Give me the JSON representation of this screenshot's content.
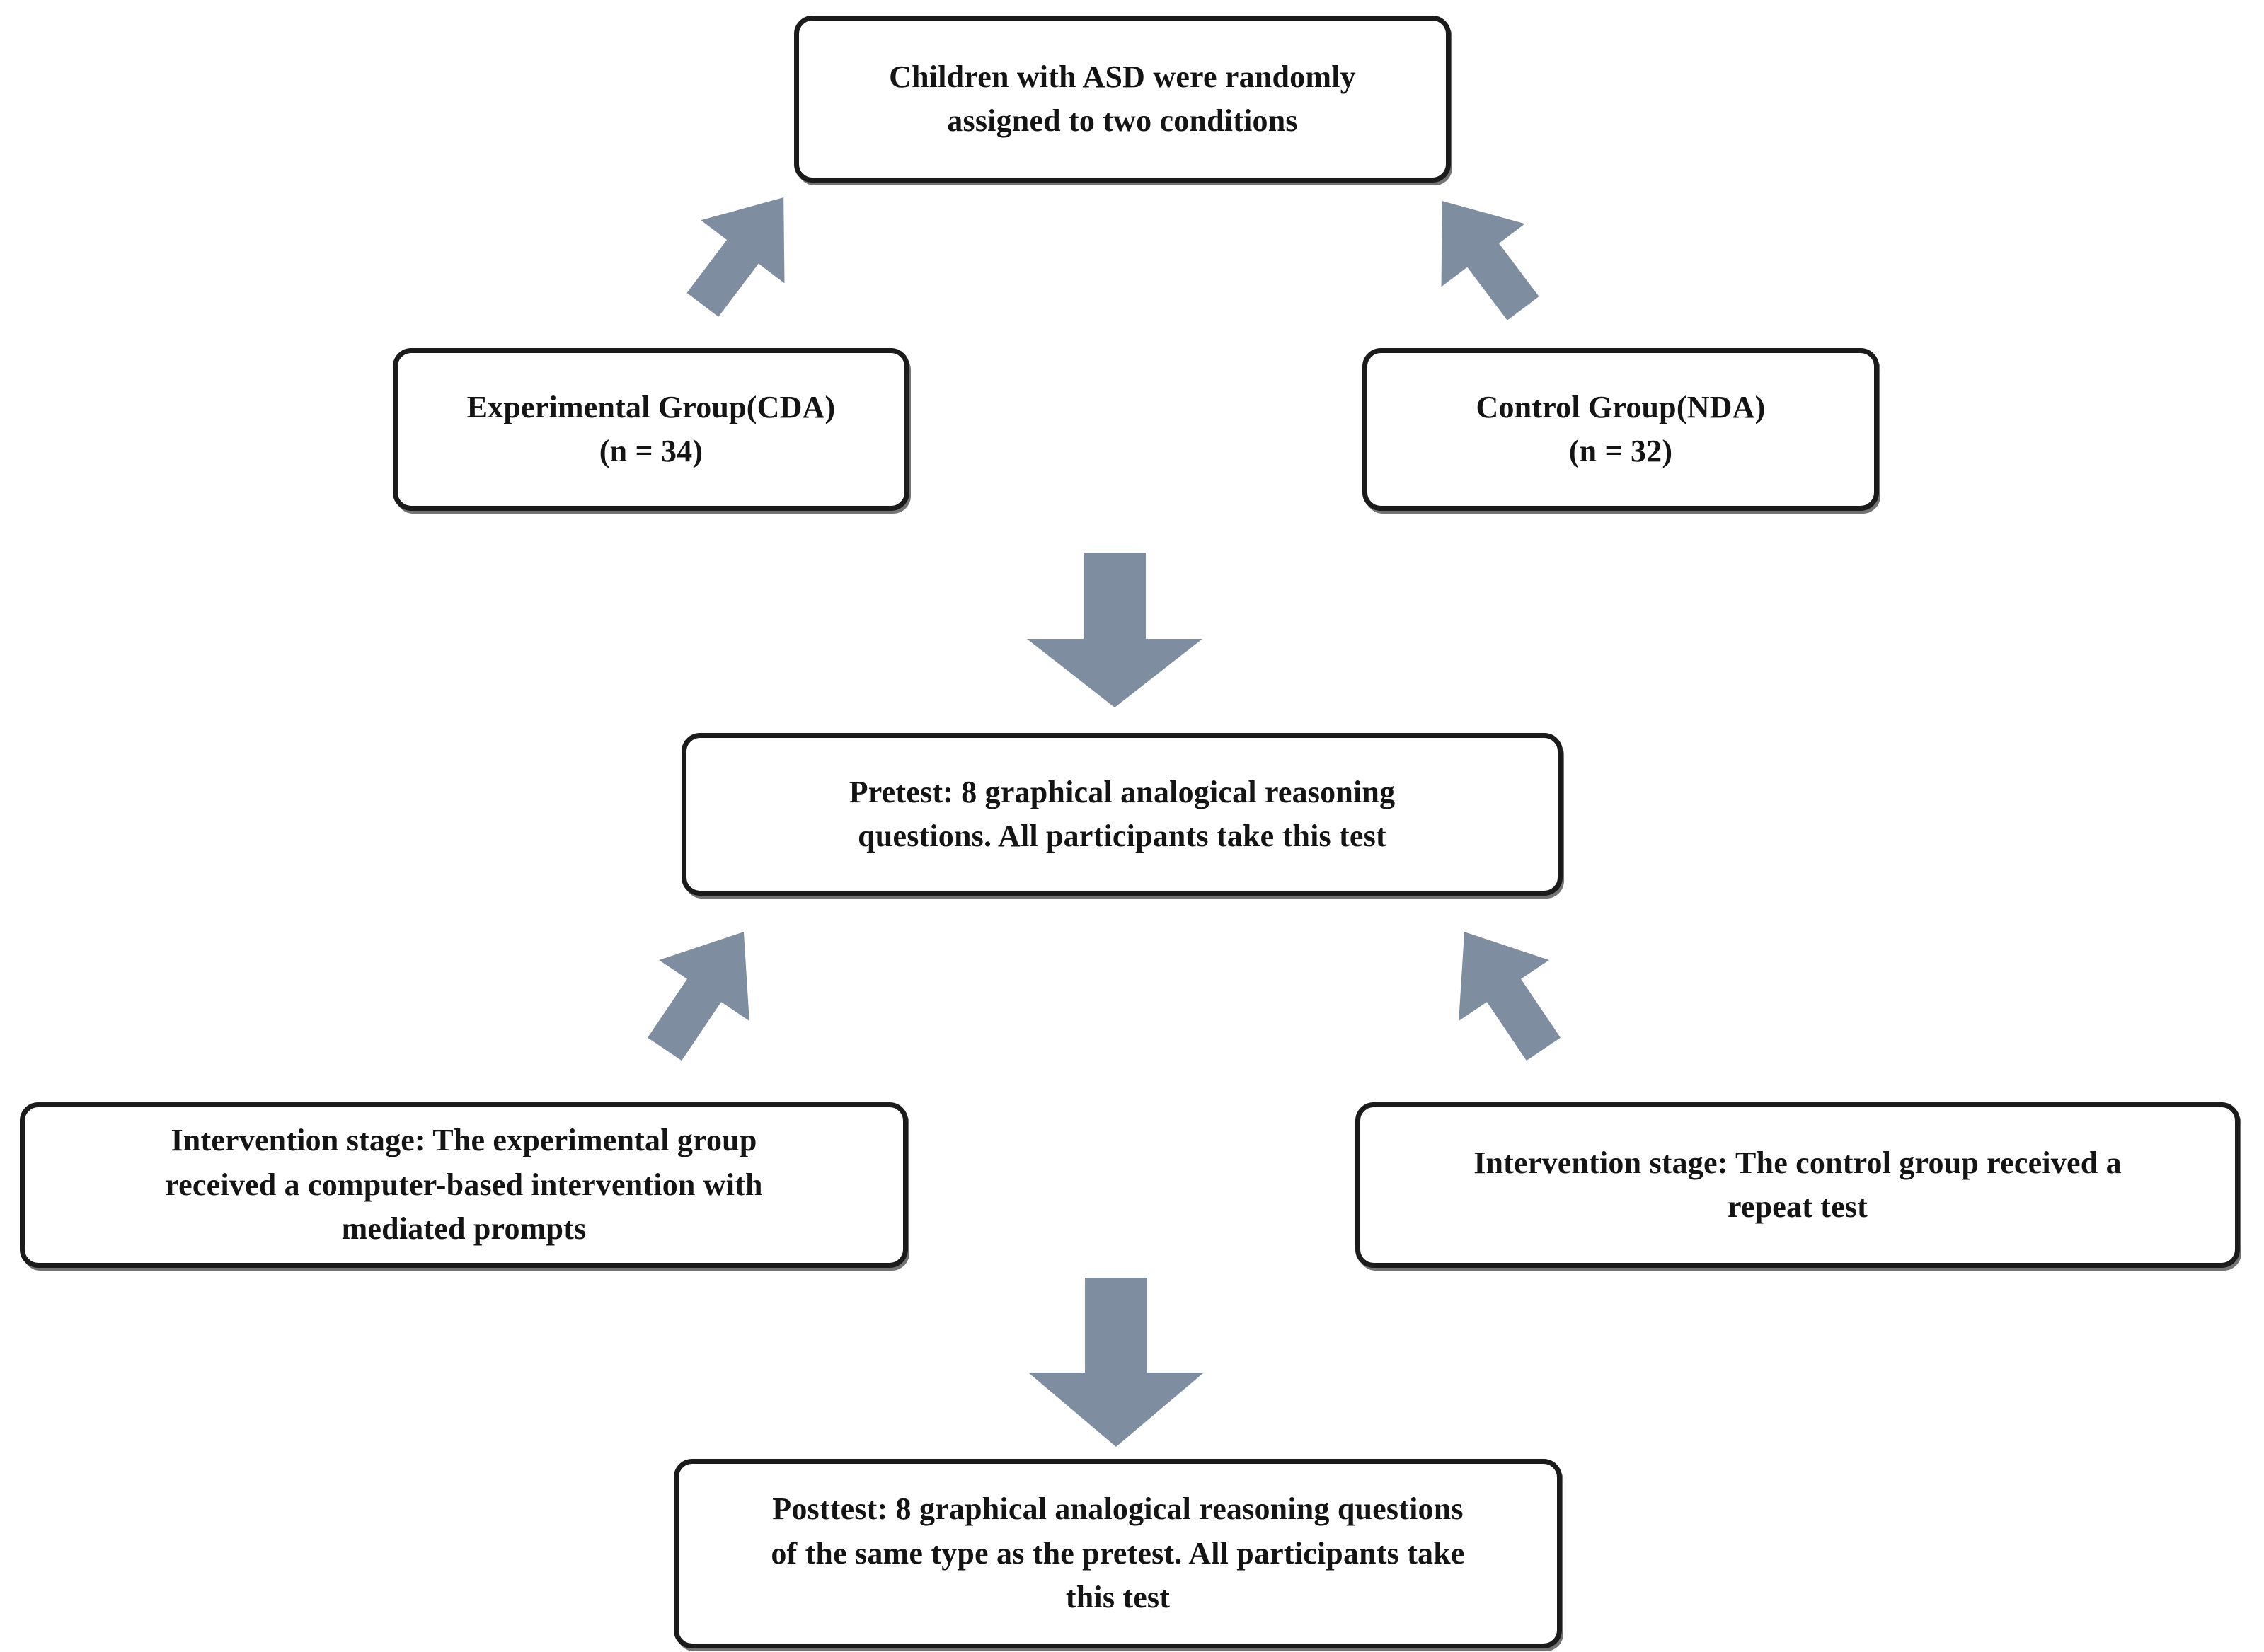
{
  "diagram": {
    "type": "flowchart",
    "title": "Study procedure flowchart",
    "accent_color": "#7e8d9f",
    "box_border_color": "#1b1b1b",
    "background_color": "#ffffff",
    "nodes": [
      {
        "id": "root",
        "text": "Children with ASD were randomly\nassigned to two conditions"
      },
      {
        "id": "experimental",
        "text": "Experimental Group(CDA)\n(n = 34)"
      },
      {
        "id": "control",
        "text": "Control Group(NDA)\n(n = 32)"
      },
      {
        "id": "pretest",
        "text": "Pretest: 8 graphical analogical reasoning\nquestions. All participants take this test"
      },
      {
        "id": "intervention_experimental",
        "text": "Intervention stage: The experimental group\nreceived a computer-based intervention with\nmediated prompts"
      },
      {
        "id": "intervention_control",
        "text": "Intervention stage: The control group received a\nrepeat test"
      },
      {
        "id": "posttest",
        "text": "Posttest: 8 graphical analogical reasoning questions\nof the same type as the pretest. All participants take\nthis test"
      }
    ],
    "arrows": [
      {
        "id": "root-to-experimental",
        "direction": "down-left"
      },
      {
        "id": "root-to-control",
        "direction": "down-right"
      },
      {
        "id": "groups-to-pretest",
        "direction": "down"
      },
      {
        "id": "pretest-to-intervention-experimental",
        "direction": "down-left"
      },
      {
        "id": "pretest-to-intervention-control",
        "direction": "down-right"
      },
      {
        "id": "intervention-to-posttest",
        "direction": "down"
      }
    ]
  }
}
